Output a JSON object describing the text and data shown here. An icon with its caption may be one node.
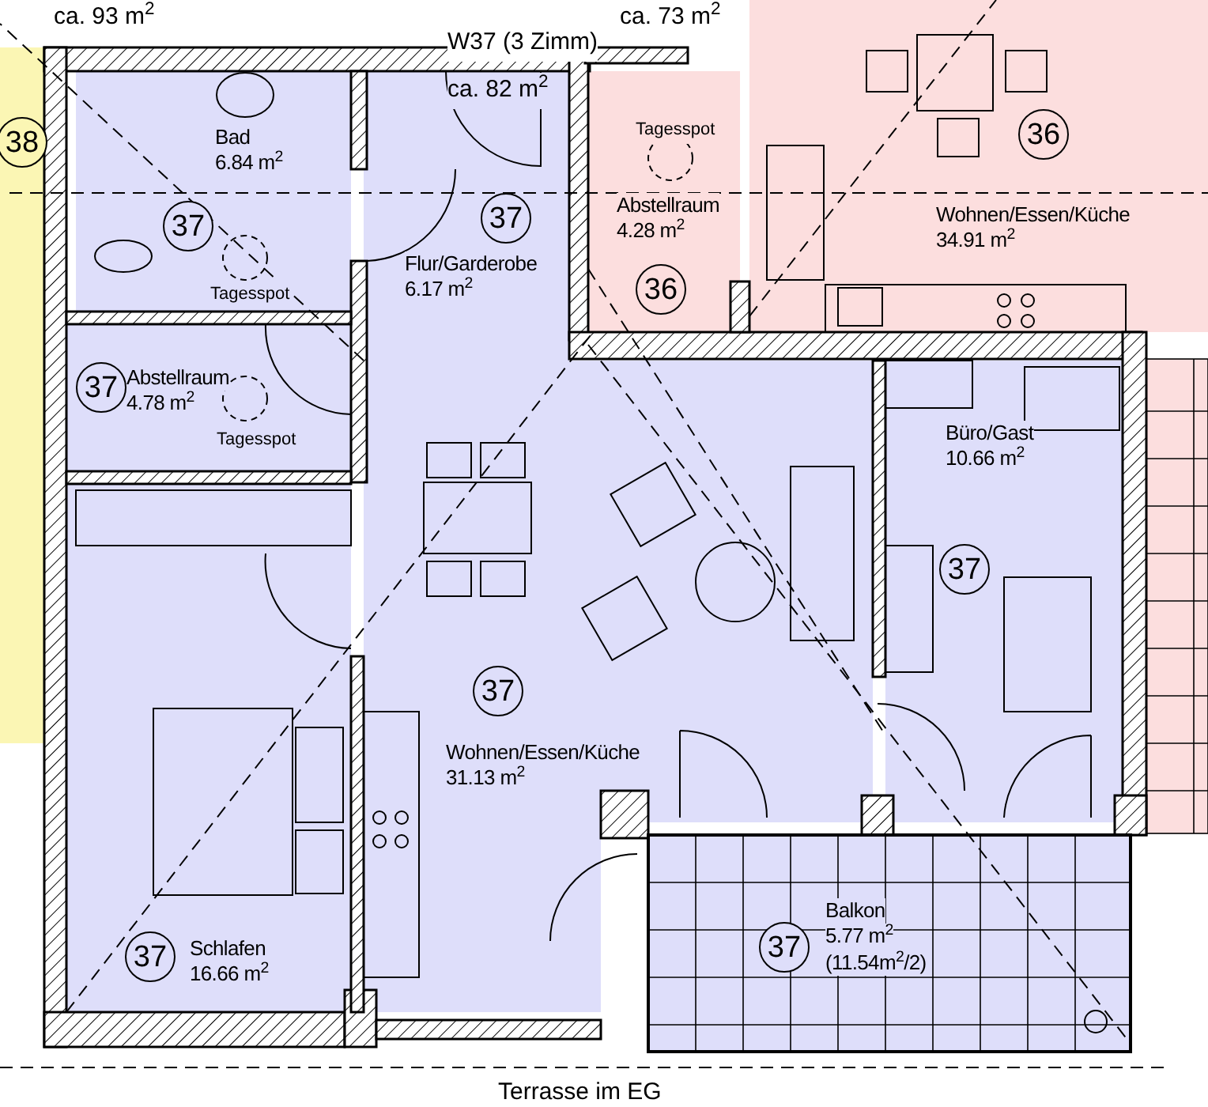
{
  "diagram": {
    "nodes": [
      {
        "text": [
          "Bad",
          "6.84 m$^{2}$"
        ]
      },
      {
        "text": [
          "37"
        ],
        "in": 0
      },
      {
        "text": [
          "Flur/Garderobe",
          "6.17 m$^{2}$"
        ]
      },
      {
        "text": [
          "37"
        ],
        "in": 2
      },
      {
        "text": [
          "Abstellraum",
          "4.78 m$^{2}$"
        ]
      },
      {
        "text": [
          "37"
        ],
        "in": 4
      },
      {
        "text": [
          "Abstellraum",
          "4.28 m$^{2}$"
        ]
      },
      {
        "text": [
          "36"
        ],
        "in": 6
      },
      {
        "text": [
          "Wohnen/Essen/Küche",
          "34.91 m$^{2}$"
        ]
      },
      {
        "text": [
          "36"
        ],
        "in": 8
      },
      {
        "text": [
          "Wohnen/Essen/Küche",
          "31.13 m$^{2}$"
        ]
      },
      {
        "text": [
          "37"
        ],
        "in": 10
      },
      {
        "text": [
          "Büro/Gast",
          "10.66 m$^{2}$"
        ]
      },
      {
        "text": [
          "37"
        ],
        "in": 12
      },
      {
        "text": [
          "Schlafen",
          "16.66 m$^{2}$"
        ]
      },
      {
        "text": [
          "37"
        ],
        "in": 14
      },
      {
        "text": [
          "Balkon",
          "5.77 m$^{2}$",
          "(11.54m$^{2}$/2)"
        ]
      },
      {
        "text": [
          "37"
        ],
        "in": 16
      },
      {
        "text": [
          "38"
        ]
      }
    ],
    "labels": [
      "ca. 93 m$^{2}$",
      "ca. 73 m$^{2}$",
      "W37 (3 Zimm)",
      "ca. 82 m$^{2}$",
      "Tagesspot",
      "Tagesspot",
      "Tagesspot",
      "Terrasse im EG"
    ]
  }
}
